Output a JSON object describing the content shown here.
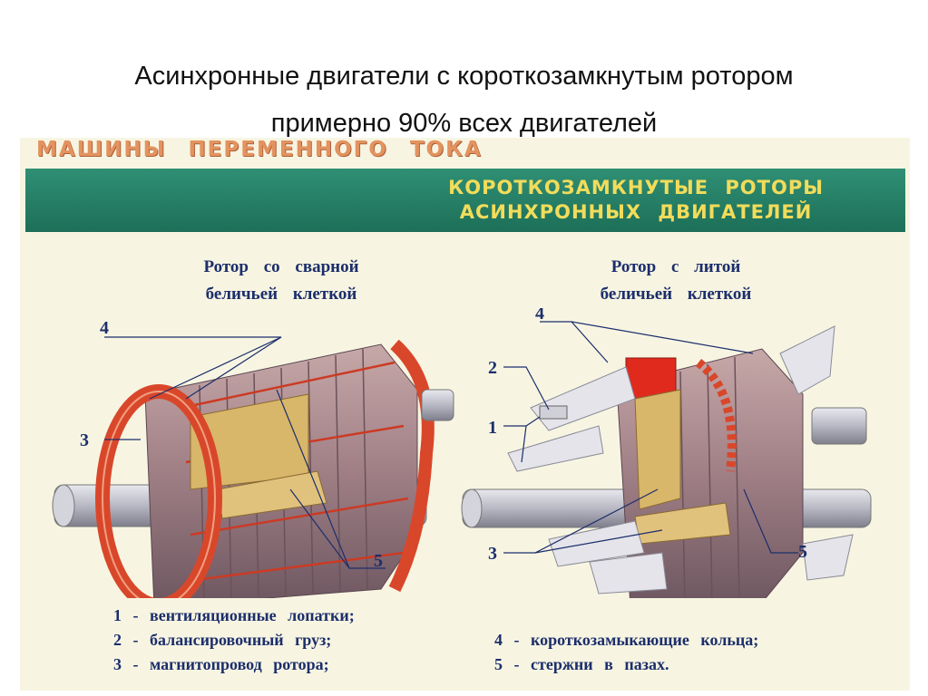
{
  "title": {
    "line1": "Асинхронные двигатели с короткозамкнутым ротором",
    "line2": "примерно 90% всех двигателей"
  },
  "section_heading": "МАШИНЫ ПЕРЕМЕННОГО ТОКА",
  "banner": {
    "line1": "КОРОТКОЗАМКНУТЫЕ РОТОРЫ",
    "line2": "АСИНХРОННЫХ ДВИГАТЕЛЕЙ"
  },
  "left_rotor": {
    "caption_line1": "Ротор со сварной",
    "caption_line2": "беличьей клеткой",
    "callouts": [
      "4",
      "3",
      "5"
    ]
  },
  "right_rotor": {
    "caption_line1": "Ротор с литой",
    "caption_line2": "беличьей клеткой",
    "callouts": [
      "4",
      "2",
      "1",
      "3",
      "5"
    ]
  },
  "legend": {
    "item1": "1 - вентиляционные лопатки;",
    "item2": "2 - балансировочный груз;",
    "item3": "3 - магнитопровод ротора;",
    "item4": "4 - короткозамыкающие кольца;",
    "item5": "5 - стержни в пазах."
  },
  "colors": {
    "banner": "#2f8f74",
    "banner_text": "#f2dc5a",
    "heading": "#e3935f",
    "ring": "#d9472b",
    "caption_text": "#1c2e6b"
  }
}
